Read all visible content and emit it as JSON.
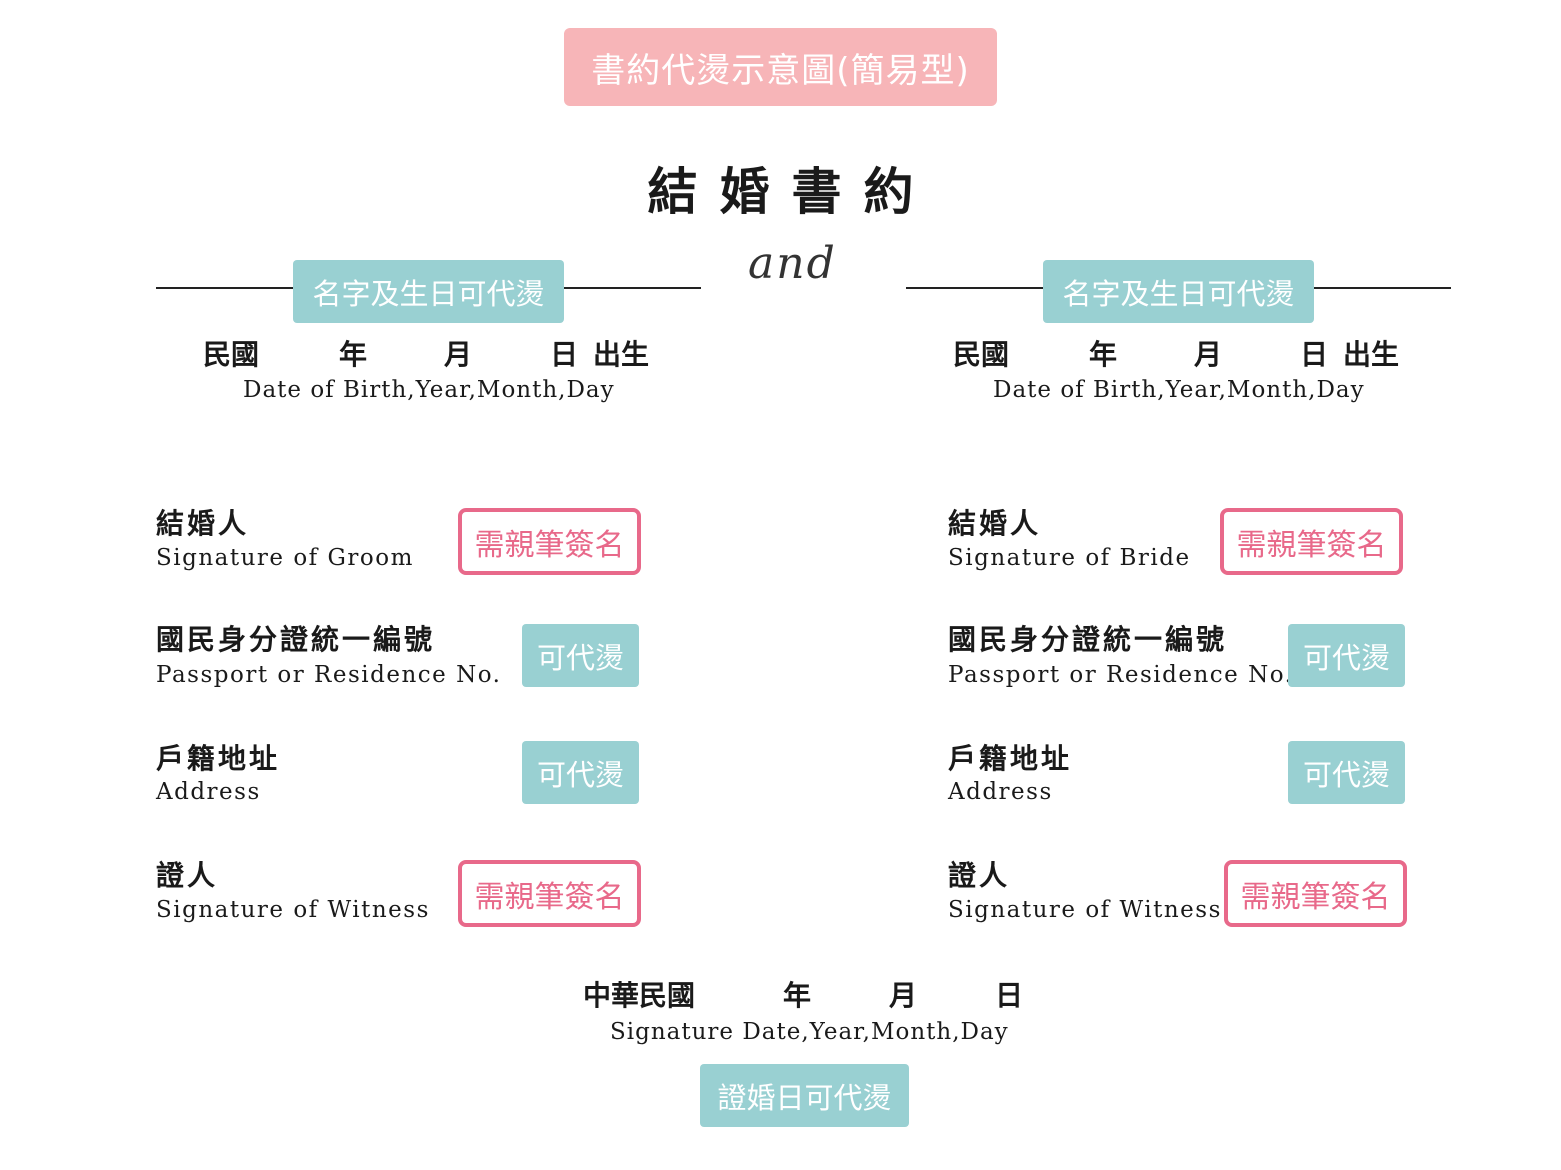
{
  "header": {
    "badge": "書約代燙示意圖(簡易型)",
    "title": "結婚書約",
    "and_mark": "and"
  },
  "birth": {
    "badge": "名字及生日可代燙",
    "minguo": "民國",
    "year": "年",
    "month": "月",
    "day": "日",
    "born": "出生",
    "english": "Date of  Birth,Year,Month,Day"
  },
  "left": {
    "spouse_zh": "結婚人",
    "spouse_en": "Signature of  Groom",
    "id_zh": "國民身分證統一編號",
    "id_en": "Passport or Residence No.",
    "addr_zh": "戶籍地址",
    "addr_en": "Address",
    "witness_zh": "證人",
    "witness_en": "Signature of  Witness"
  },
  "right": {
    "spouse_zh": "結婚人",
    "spouse_en": "Signature of  Bride",
    "id_zh": "國民身分證統一編號",
    "id_en": "Passport or Residence No.",
    "addr_zh": "戶籍地址",
    "addr_en": "Address",
    "witness_zh": "證人",
    "witness_en": "Signature of  Witness"
  },
  "tags": {
    "sign_required": "需親筆簽名",
    "can_print": "可代燙"
  },
  "footer": {
    "roc": "中華民國",
    "year": "年",
    "month": "月",
    "day": "日",
    "english": "Signature Date,Year,Month,Day",
    "badge": "證婚日可代燙"
  },
  "colors": {
    "title_badge": "#f7b5b8",
    "teal_badge": "#99d0d2",
    "sign_border": "#e8698a"
  }
}
